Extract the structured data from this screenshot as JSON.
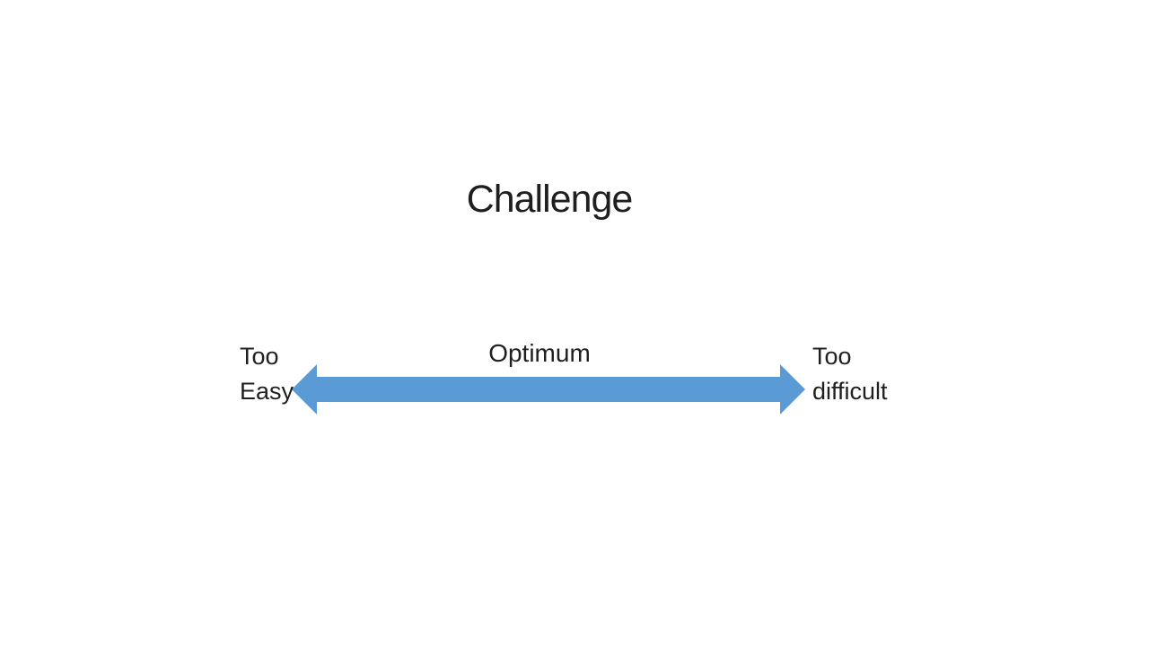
{
  "slide": {
    "title": "Challenge",
    "continuum": {
      "left_label": {
        "line1": "Too",
        "line2": "Easy"
      },
      "center_label": "Optimum",
      "right_label": {
        "line1": "Too",
        "line2": "difficult"
      }
    },
    "colors": {
      "arrow": "#5B9BD5",
      "text": "#1f1f1f",
      "background": "#ffffff"
    },
    "icons": {
      "double_arrow": "left-right-arrow-icon"
    }
  }
}
